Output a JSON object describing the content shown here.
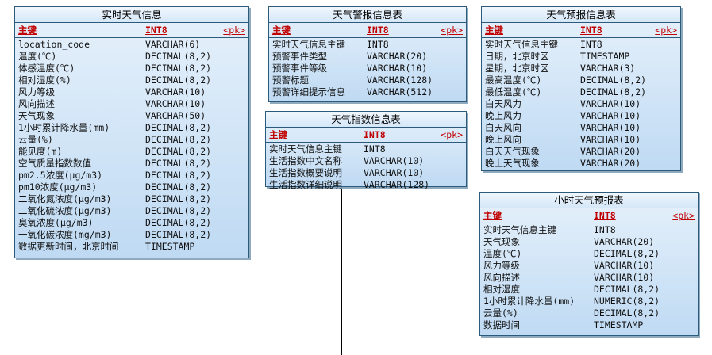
{
  "entities": {
    "realtime": {
      "title": "实时天气信息",
      "pk": {
        "name": "主键",
        "type": "INT8",
        "key": "<pk>"
      },
      "columns": [
        {
          "name": "location_code",
          "type": "VARCHAR(6)"
        },
        {
          "name": "温度(℃)",
          "type": "DECIMAL(8,2)"
        },
        {
          "name": "体感温度(℃)",
          "type": "DECIMAL(8,2)"
        },
        {
          "name": "相对湿度(%)",
          "type": "DECIMAL(8,2)"
        },
        {
          "name": "风力等级",
          "type": "VARCHAR(10)"
        },
        {
          "name": "风向描述",
          "type": "VARCHAR(10)"
        },
        {
          "name": "天气现象",
          "type": "VARCHAR(50)"
        },
        {
          "name": "1小时累计降水量(mm)",
          "type": "DECIMAL(8,2)"
        },
        {
          "name": "云量(%)",
          "type": "DECIMAL(8,2)"
        },
        {
          "name": "能见度(m)",
          "type": "DECIMAL(8,2)"
        },
        {
          "name": "空气质量指数数值",
          "type": "DECIMAL(8,2)"
        },
        {
          "name": "pm2.5浓度(μg/m3)",
          "type": "DECIMAL(8,2)"
        },
        {
          "name": "pm10浓度(μg/m3)",
          "type": "DECIMAL(8,2)"
        },
        {
          "name": "二氧化氮浓度(μg/m3)",
          "type": "DECIMAL(8,2)"
        },
        {
          "name": "二氧化硫浓度(μg/m3)",
          "type": "DECIMAL(8,2)"
        },
        {
          "name": "臭氧浓度(μg/m3)",
          "type": "DECIMAL(8,2)"
        },
        {
          "name": "一氧化碳浓度(mg/m3)",
          "type": "DECIMAL(8,2)"
        },
        {
          "name": "数据更新时间，北京时间",
          "type": "TIMESTAMP"
        }
      ]
    },
    "warning": {
      "title": "天气警报信息表",
      "pk": {
        "name": "主键",
        "type": "INT8",
        "key": "<pk>"
      },
      "columns": [
        {
          "name": "实时天气信息主键",
          "type": "INT8"
        },
        {
          "name": "预警事件类型",
          "type": "VARCHAR(20)"
        },
        {
          "name": "预警事件等级",
          "type": "VARCHAR(10)"
        },
        {
          "name": "预警标题",
          "type": "VARCHAR(128)"
        },
        {
          "name": "预警详细提示信息",
          "type": "VARCHAR(512)"
        }
      ]
    },
    "index": {
      "title": "天气指数信息表",
      "pk": {
        "name": "主键",
        "type": "INT8",
        "key": "<pk>"
      },
      "columns": [
        {
          "name": "实时天气信息主键",
          "type": "INT8"
        },
        {
          "name": "生活指数中文名称",
          "type": "VARCHAR(10)"
        },
        {
          "name": "生活指数概要说明",
          "type": "VARCHAR(10)"
        },
        {
          "name": "生活指数详细说明",
          "type": "VARCHAR(128)"
        }
      ]
    },
    "forecast": {
      "title": "天气预报信息表",
      "pk": {
        "name": "主键",
        "type": "INT8",
        "key": "<pk>"
      },
      "columns": [
        {
          "name": "实时天气信息主键",
          "type": "INT8"
        },
        {
          "name": "日期，北京时区",
          "type": "TIMESTAMP"
        },
        {
          "name": "星期，北京时区",
          "type": "VARCHAR(3)"
        },
        {
          "name": "最高温度(℃)",
          "type": "DECIMAL(8,2)"
        },
        {
          "name": "最低温度(℃)",
          "type": "DECIMAL(8,2)"
        },
        {
          "name": "白天风力",
          "type": "VARCHAR(10)"
        },
        {
          "name": "晚上风力",
          "type": "VARCHAR(10)"
        },
        {
          "name": "白天风向",
          "type": "VARCHAR(10)"
        },
        {
          "name": "晚上风向",
          "type": "VARCHAR(10)"
        },
        {
          "name": "白天天气现象",
          "type": "VARCHAR(20)"
        },
        {
          "name": "晚上天气现象",
          "type": "VARCHAR(20)"
        }
      ]
    },
    "hourly": {
      "title": "小时天气预报表",
      "pk": {
        "name": "主键",
        "type": "INT8",
        "key": "<pk>"
      },
      "columns": [
        {
          "name": "实时天气信息主键",
          "type": "INT8"
        },
        {
          "name": "天气现象",
          "type": "VARCHAR(20)"
        },
        {
          "name": "温度(℃)",
          "type": "DECIMAL(8,2)"
        },
        {
          "name": "风力等级",
          "type": "VARCHAR(10)"
        },
        {
          "name": "风向描述",
          "type": "VARCHAR(10)"
        },
        {
          "name": "相对湿度",
          "type": "DECIMAL(8,2)"
        },
        {
          "name": "1小时累计降水量(mm)",
          "type": "NUMERIC(8,2)"
        },
        {
          "name": "云量(%)",
          "type": "DECIMAL(8,2)"
        },
        {
          "name": "数据时间",
          "type": "TIMESTAMP"
        }
      ]
    }
  }
}
